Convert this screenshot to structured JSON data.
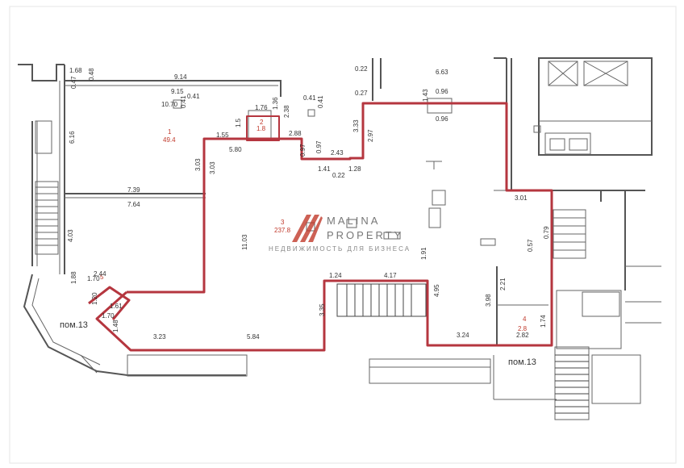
{
  "watermark": {
    "line1": "MALINA",
    "line2": "PROPERTY",
    "tagline": "НЕДВИЖИМОСТЬ ДЛЯ БИЗНЕСА",
    "logo_color": "#c0392b"
  },
  "room_labels": {
    "pom13_left": "пом.13",
    "pom13_right": "пом.13"
  },
  "red_labels": {
    "r1_num": "1",
    "r1_area": "49.4",
    "r2_num": "2",
    "r2_area": "1.8",
    "r3_num": "3",
    "r3_area": "237.8",
    "r4_num": "4",
    "r4_area": "2.8",
    "r5_num": "5"
  },
  "dimensions": {
    "d_168": "1.68",
    "d_047": "0.47",
    "d_048": "0.48",
    "d_914": "9.14",
    "d_915": "9.15",
    "d_041a": "0.41",
    "d_041b": "0.41",
    "d_1070": "10.70",
    "d_176": "1.76",
    "d_136": "1.36",
    "d_238": "2.38",
    "d_155": "1.55",
    "d_15": "1.5",
    "d_580": "5.80",
    "d_288": "2.88",
    "d_041c": "0.41",
    "d_041d": "0.41",
    "d_022a": "0.22",
    "d_663": "6.63",
    "d_096a": "0.96",
    "d_096b": "0.96",
    "d_143": "1.43",
    "d_027": "0.27",
    "d_333": "3.33",
    "d_297": "2.97",
    "d_097a": "0.97",
    "d_097b": "0.97",
    "d_243": "2.43",
    "d_128": "1.28",
    "d_141": "1.41",
    "d_022b": "0.22",
    "d_616": "6.16",
    "d_303a": "3.03",
    "d_303b": "3.03",
    "d_739": "7.39",
    "d_764": "7.64",
    "d_403": "4.03",
    "d_1103": "11.03",
    "d_301": "3.01",
    "d_057": "0.57",
    "d_079": "0.79",
    "d_191": "1.91",
    "d_124": "1.24",
    "d_417": "4.17",
    "d_495": "4.95",
    "d_221": "2.21",
    "d_398": "3.98",
    "d_244": "2.44",
    "d_188": "1.88",
    "d_170a": "1.70",
    "d_170b": "1.70",
    "d_120": "1.20",
    "d_161": "1.61",
    "d_148": "1.48",
    "d_335": "3.35",
    "d_323": "3.23",
    "d_584": "5.84",
    "d_324": "3.24",
    "d_282": "2.82",
    "d_174": "1.74"
  }
}
